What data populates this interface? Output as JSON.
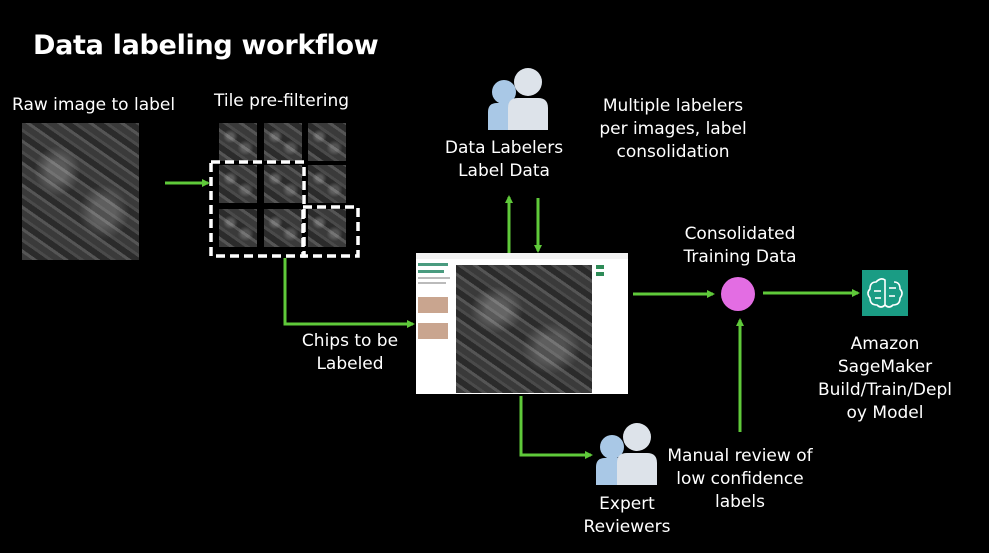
{
  "title": "Data labeling workflow",
  "labels": {
    "raw_image": "Raw image to label",
    "tile_prefiltering": "Tile pre-filtering",
    "chips": [
      "Chips to be",
      "Labeled"
    ],
    "data_labelers": [
      "Data Labelers",
      "Label Data"
    ],
    "multiple_labelers": [
      "Multiple labelers",
      "per images, label",
      "consolidation"
    ],
    "consolidated": [
      "Consolidated",
      "Training Data"
    ],
    "sagemaker": [
      "Amazon",
      "SageMaker",
      "Build/Train/Depl",
      "oy Model"
    ],
    "manual_review": [
      "Manual review of",
      "low confidence",
      "labels"
    ],
    "expert_reviewers": [
      "Expert",
      "Reviewers"
    ]
  },
  "icons": {
    "labelers": "people-icon",
    "reviewers": "people-icon",
    "consolidation_node": "circle-node",
    "sagemaker": "brain-chip-icon"
  },
  "colors": {
    "background": "#000000",
    "arrow": "#5fc93a",
    "node": "#e36de3",
    "sagemaker": "#1a9c84",
    "person_front": "#dde3ea",
    "person_back": "#a9c8e6"
  }
}
